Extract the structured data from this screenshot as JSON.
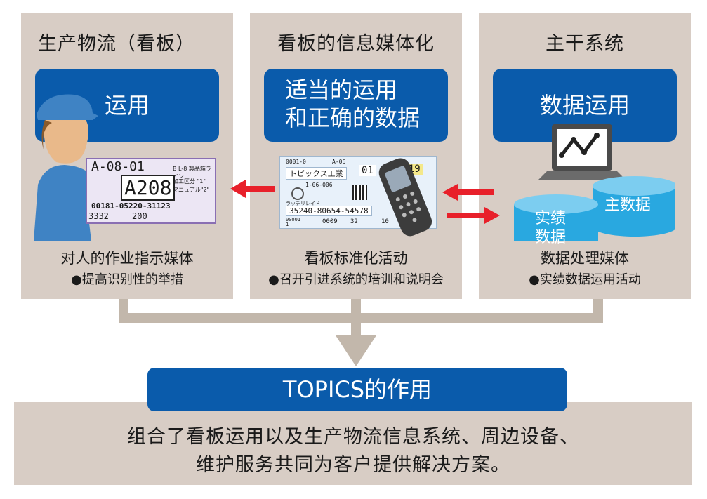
{
  "panels": [
    {
      "title": "生产物流（看板）",
      "box_lines": [
        "运用"
      ],
      "caption": "对人的作业指示媒体",
      "bullet": "●提高识别性的举措",
      "card_text": [
        "A-08-01",
        "A208",
        "00181-05220-31123",
        "3332",
        "200",
        "B L-8 製品箱ライン",
        "加工区分 \"1\"",
        "マニュアル\"2\""
      ]
    },
    {
      "title": "看板的信息媒体化",
      "box_lines": [
        "适当的运用",
        "和正确的数据"
      ],
      "caption": "看板标准化活动",
      "bullet": "●召开引进系统的培训和说明会",
      "card_text": [
        "0001-0",
        "A-06",
        "トピックス工業",
        "01",
        "1-19",
        "1-06-006",
        "ラッチリレイド",
        "35240-80654-54578",
        "00001",
        "1",
        "0009",
        "32",
        "10"
      ]
    },
    {
      "title": "主干系统",
      "box_lines": [
        "数据运用"
      ],
      "caption": "数据处理媒体",
      "bullet": "●实绩数据运用活动",
      "db_left": [
        "实绩",
        "数据"
      ],
      "db_right": "主数据"
    }
  ],
  "bottom": {
    "title": "TOPICS的作用",
    "line1": "组合了看板运用以及生产物流信息系统、周边设备、",
    "line2": "维护服务共同为客户提供解决方案。"
  },
  "colors": {
    "panel_bg": "#d8cdc5",
    "blue": "#0a5bab",
    "red": "#e8202a",
    "connector": "#c2b7ab"
  }
}
